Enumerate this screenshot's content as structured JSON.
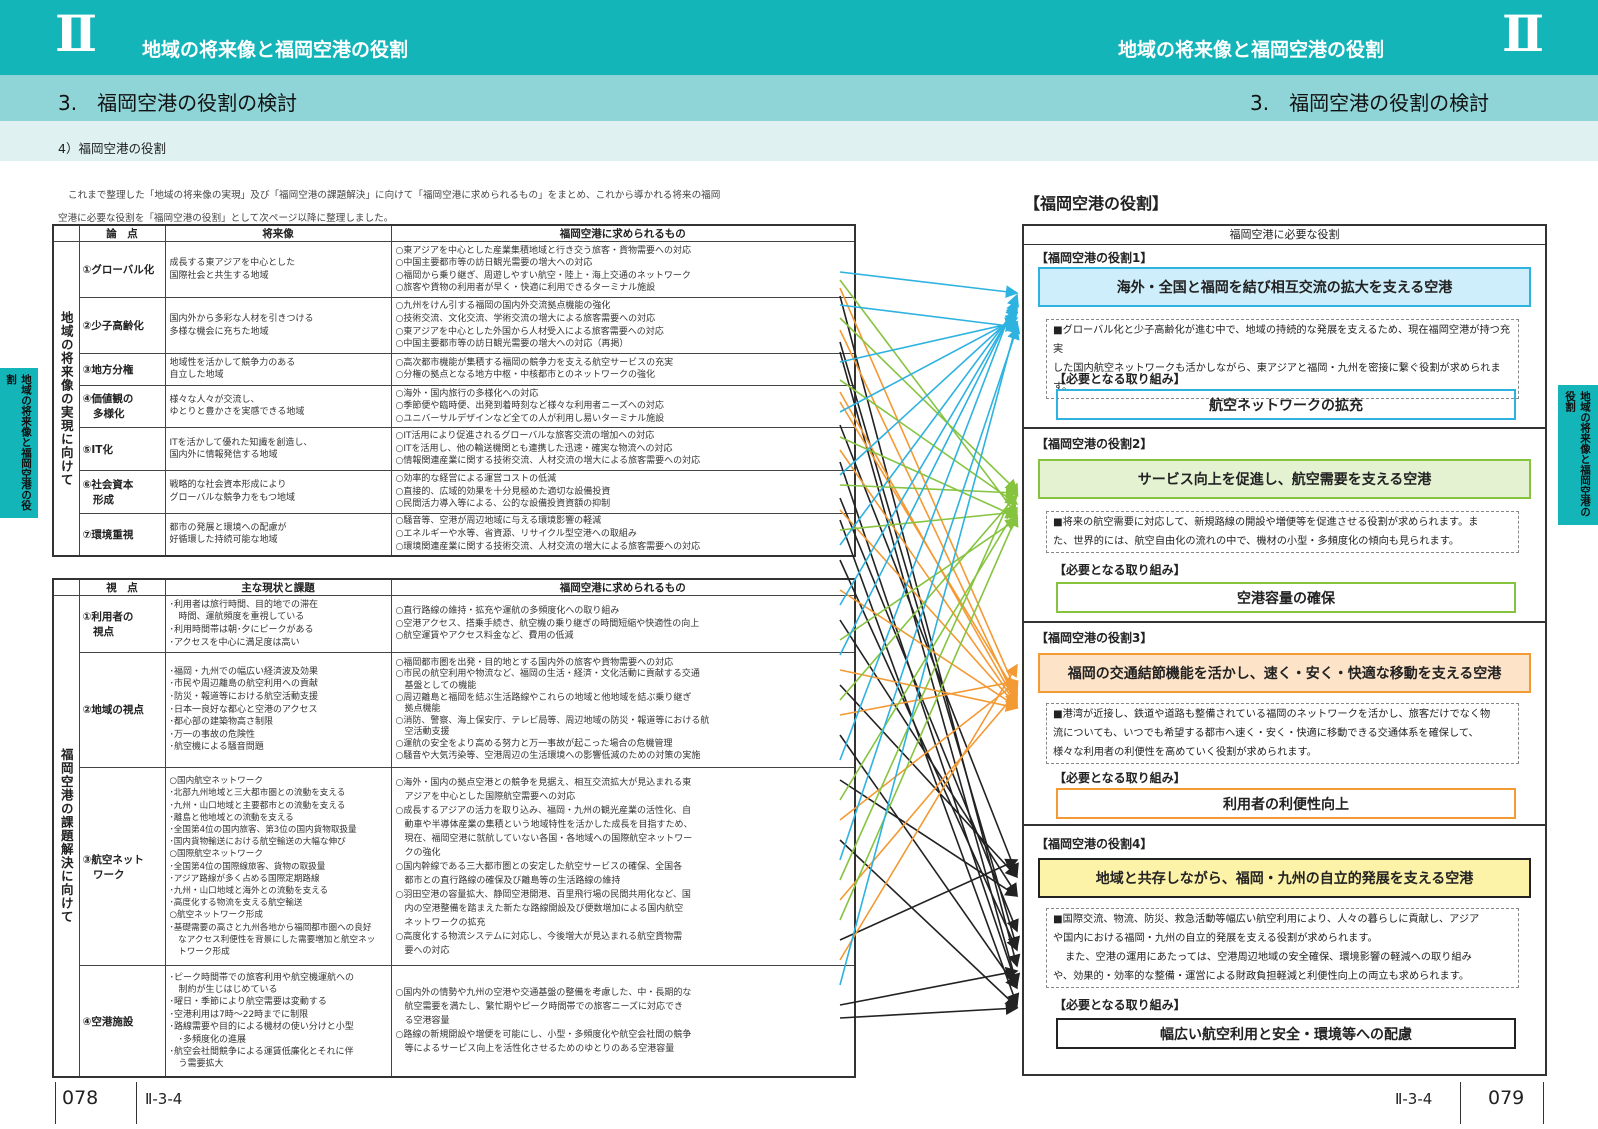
{
  "header": {
    "roman": "Ⅱ",
    "chapter": "地域の将来像と福岡空港の役割",
    "section": "3.　福岡空港の役割の検討",
    "subsection": "4）福岡空港の役割",
    "side_label": "地域の将来像と福岡空港の役割"
  },
  "intro": [
    "これまで整理した「地域の将来像の実現」及び「福岡空港の課題解決」に向けて「福岡空港に求められるもの」をまとめ、これから導かれる将来の福岡",
    "空港に必要な役割を「福岡空港の役割」として次ページ以降に整理しました。"
  ],
  "table1": {
    "group_label": "地域の将来像の実現に向けて",
    "headers": [
      "論　点",
      "将来像",
      "福岡空港に求められるもの"
    ],
    "rows": [
      {
        "point": "①グローバル化",
        "vision": [
          "成長する東アジアを中心とした",
          "国際社会と共生する地域"
        ],
        "needs": [
          "○東アジアを中心とした産業集積地域と行き交う旅客・貨物需要への対応",
          "○中国主要都市等の訪日観光需要の増大への対応",
          "○福岡から乗り継ぎ、周遊しやすい航空・陸上・海上交通のネットワーク",
          "○旅客や貨物の利用者が早く・快適に利用できるターミナル施設"
        ]
      },
      {
        "point": "②少子高齢化",
        "vision": [
          "国内外から多彩な人材を引きつける",
          "多様な機会に充ちた地域"
        ],
        "needs": [
          "○九州をけん引する福岡の国内外交流拠点機能の強化",
          "○技術交流、文化交流、学術交流の増大による旅客需要への対応",
          "○東アジアを中心とした外国から人材受入による旅客需要への対応",
          "○中国主要都市等の訪日観光需要の増大への対応（再掲）"
        ]
      },
      {
        "point": "③地方分権",
        "vision": [
          "地域性を活かして競争力のある",
          "自立した地域"
        ],
        "needs": [
          "○高次都市機能が集積する福岡の競争力を支える航空サービスの充実",
          "○分権の拠点となる地方中枢・中核都市とのネットワークの強化"
        ]
      },
      {
        "point": "④価値観の\n　多様化",
        "vision": [
          "様々な人々が交流し、",
          "ゆとりと豊かさを実感できる地域"
        ],
        "needs": [
          "○海外・国内旅行の多様化への対応",
          "○季節便や臨時便、出発到着時刻など様々な利用者ニーズへの対応",
          "○ユニバーサルデザインなど全ての人が利用し易いターミナル施設"
        ]
      },
      {
        "point": "⑤IT化",
        "vision": [
          "ITを活かして優れた知識を創造し、",
          "国内外に情報発信する地域"
        ],
        "needs": [
          "○IT活用により促進されるグローバルな旅客交流の増加への対応",
          "○ITを活用し、他の輸送機関とも連携した迅速・確実な物流への対応",
          "○情報関連産業に関する技術交流、人材交流の増大による旅客需要への対応"
        ]
      },
      {
        "point": "⑥社会資本\n　形成",
        "vision": [
          "戦略的な社会資本形成により",
          "グローバルな競争力をもつ地域"
        ],
        "needs": [
          "○効率的な経営による運営コストの低減",
          "○直接的、広域的効果を十分見極めた適切な設備投資",
          "○民間活力導入等による、公的な設備投資資額の抑制"
        ]
      },
      {
        "point": "⑦環境重視",
        "vision": [
          "都市の発展と環境への配慮が",
          "好循環した持続可能な地域"
        ],
        "needs": [
          "○騒音等、空港が周辺地域に与える環境影響の軽減",
          "○エネルギーや水等、省資源、リサイクル型空港への取組み",
          "○環境関連産業に関する技術交流、人材交流の増大による旅客需要への対応"
        ]
      }
    ]
  },
  "table2": {
    "group_label": "福岡空港の課題解決に向けて",
    "headers": [
      "視　点",
      "主な現状と課題",
      "福岡空港に求められるもの"
    ],
    "rows": [
      {
        "point": "①利用者の\n　視点",
        "issues": [
          "･利用者は旅行時間、目的地での滞在",
          "　時間、運航頻度を重視している",
          "･利用時間帯は朝･夕にピークがある",
          "･アクセスを中心に満足度は高い"
        ],
        "needs": [
          "○直行路線の維持・拡充や運航の多頻度化への取り組み",
          "○空港アクセス、搭乗手続き、航空機の乗り継ぎの時間短縮や快適性の向上",
          "○航空運賃やアクセス料金など、費用の低減"
        ]
      },
      {
        "point": "②地域の視点",
        "issues": [
          "･福岡・九州での幅広い経済波及効果",
          "･市民や周辺離島の航空利用への貢献",
          "･防災・報道等における航空活動支援",
          "･日本一良好な都心と空港のアクセス",
          "･都心部の建築物高さ制限",
          "･万一の事故の危険性",
          "･航空機による騒音問題"
        ],
        "needs": [
          "○福岡都市圏を出発・目的地とする国内外の旅客や貨物需要への対応",
          "○市民の航空利用や物流など、福岡の生活・経済・文化活動に貢献する交通",
          "　基盤としての機能",
          "○周辺離島と福岡を結ぶ生活路線やこれらの地域と他地域を結ぶ乗り継ぎ",
          "　拠点機能",
          "○消防、警察、海上保安庁、テレビ局等、周辺地域の防災・報道等における航",
          "　空活動支援",
          "○運航の安全をより高める努力と万一事故が起こった場合の危機管理",
          "○騒音や大気汚染等、空港周辺の生活環境への影響低減のための対策の実施"
        ]
      },
      {
        "point": "③航空ネット\n　ワーク",
        "issues": [
          "○国内航空ネットワーク",
          "･北部九州地域と三大都市圏との流動を支える",
          "･九州・山口地域と主要都市との流動を支える",
          "･離島と他地域との流動を支える",
          "･全国第4位の国内旅客、第3位の国内貨物取扱量",
          "･国内貨物輸送における航空輸送の大幅な伸び",
          "○国際航空ネットワーク",
          "･全国第4位の国際線旅客、貨物の取扱量",
          "･アジア路線が多く占める国際定期路線",
          "･九州・山口地域と海外との流動を支える",
          "･高度化する物流を支える航空輸送",
          "○航空ネットワーク形成",
          "･基礎需要の高さと九州各地から福岡都市圏への良好",
          "　なアクセス利便性を背景にした需要増加と航空ネッ",
          "　トワーク形成"
        ],
        "needs": [
          "○海外・国内の拠点空港との競争を見据え、相互交流拡大が見込まれる東",
          "　アジアを中心とした国際航空需要への対応",
          "○成長するアジアの活力を取り込み、福岡・九州の観光産業の活性化、自",
          "　動車や半導体産業の集積という地域特性を活かした成長を目指すため、",
          "　現在、福岡空港に就航していない各国・各地域への国際航空ネットワー",
          "　クの強化",
          "○国内幹線である三大都市圏との安定した航空サービスの確保、全国各",
          "　都市との直行路線の確保及び離島等の生活路線の維持",
          "○羽田空港の容量拡大、静岡空港開港、百里飛行場の民間共用化など、国",
          "　内の空港整備を踏まえた新たな路線開設及び便数増加による国内航空",
          "　ネットワークの拡充",
          "○高度化する物流システムに対応し、今後増大が見込まれる航空貨物需",
          "　要への対応"
        ]
      },
      {
        "point": "④空港施設",
        "issues": [
          "･ピーク時間帯での旅客利用や航空機運航への",
          "　制約が生じはじめている",
          "･曜日・季節により航空需要は変動する",
          "･空港利用は7時〜22時までに制限",
          "･路線需要や目的による機材の使い分けと小型",
          "　･多頻度化の進展",
          "･航空会社間競争による運賃低廉化とそれに伴",
          "　う需要拡大"
        ],
        "needs": [
          "○国内外の情勢や九州の空港や交通基盤の整備を考慮した、中・長期的な",
          "　航空需要を満たし、繁忙期やピーク時間帯での旅客ニーズに対応でき",
          "　る空港容量",
          "○路線の新規開設や増便を可能にし、小型・多頻度化や航空会社間の競争",
          "　等によるサービス向上を活性化させるためのゆとりのある空港容量"
        ]
      }
    ]
  },
  "right": {
    "title": "【福岡空港の役割】",
    "table_header": "福岡空港に必要な役割",
    "need_label": "【必要となる取り組み】",
    "roles": [
      {
        "label": "【福岡空港の役割1】",
        "main": "海外・全国と福岡を結び相互交流の拡大を支える空港",
        "desc": [
          "■グローバル化と少子高齢化が進む中で、地域の持続的な発展を支えるため、現在福岡空港が持つ充実",
          "した国内航空ネットワークも活かしながら、東アジアと福岡・九州を密接に繋ぐ役割が求められます。"
        ],
        "action": "航空ネットワークの拡充",
        "color": "#2eb2e0",
        "fill": "#cdeefa"
      },
      {
        "label": "【福岡空港の役割2】",
        "main": "サービス向上を促進し、航空需要を支える空港",
        "desc": [
          "■将来の航空需要に対応して、新規路線の開設や増便等を促進させる役割が求められます。ま",
          "た、世界的には、航空自由化の流れの中で、機材の小型・多頻度化の傾向も見られます。"
        ],
        "action": "空港容量の確保",
        "color": "#86c440",
        "fill": "#e4f2d2"
      },
      {
        "label": "【福岡空港の役割3】",
        "main": "福岡の交通結節機能を活かし、速く・安く・快適な移動を支える空港",
        "desc": [
          "■港湾が近接し、鉄道や道路も整備されている福岡のネットワークを活かし、旅客だけでなく物",
          "流についても、いつでも希望する都市へ速く・安く・快適に移動できる交通体系を確保して、",
          "様々な利用者の利便性を高めていく役割が求められます。"
        ],
        "action": "利用者の利便性向上",
        "color": "#f39a34",
        "fill": "#fde3c8"
      },
      {
        "label": "【福岡空港の役割4】",
        "main": "地域と共存しながら、福岡・九州の自立的発展を支える空港",
        "desc": [
          "■国際交流、物流、防災、救急活動等幅広い航空利用により、人々の暮らしに貢献し、アジア",
          "や国内における福岡・九州の自立的発展を支える役割が求められます。",
          "また、空港の運用にあたっては、空港周辺地域の安全確保、環境影響の軽減への取り組み",
          "や、効果的・効率的な整備・運営による財政負担軽減と利便性向上の両立も求められます。"
        ],
        "action": "幅広い航空利用と安全・環境等への配慮",
        "color": "#222222",
        "fill": "#fdf3a8"
      }
    ]
  },
  "footer": {
    "page_left": "078",
    "ref_left": "Ⅱ-3-4",
    "ref_right": "Ⅱ-3-4",
    "page_right": "079"
  }
}
